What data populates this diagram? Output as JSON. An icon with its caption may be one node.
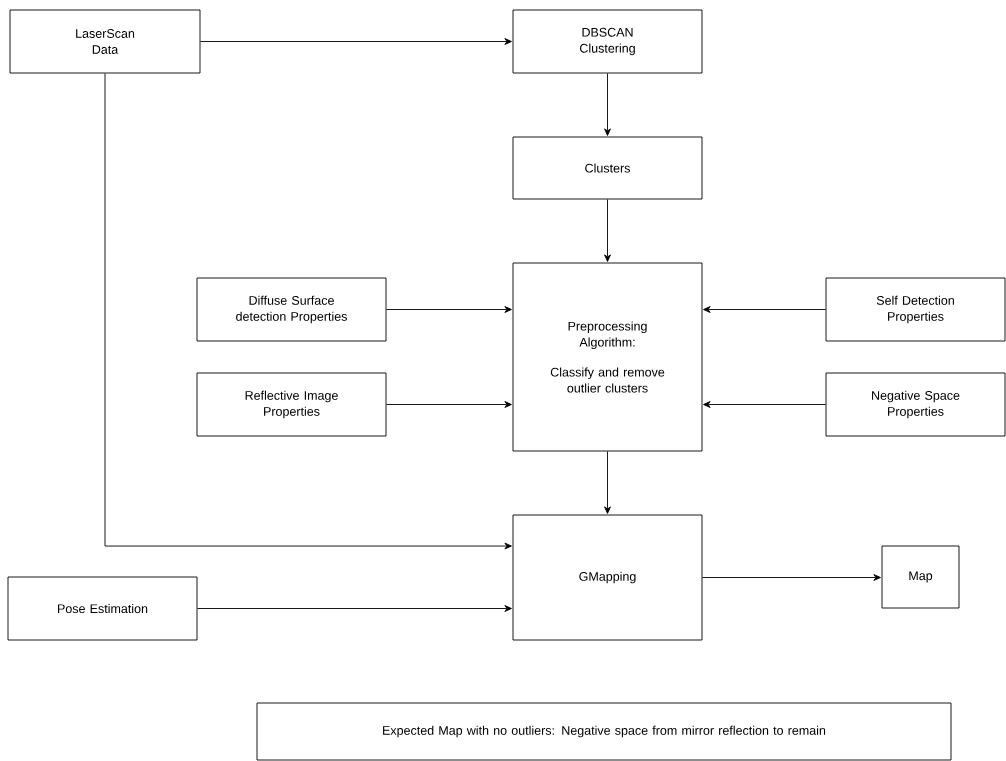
{
  "diagram": {
    "nodes": [
      {
        "text": [
          "LaserScan Data"
        ]
      },
      {
        "text": [
          "DBSCAN Clustering"
        ]
      },
      {
        "text": [
          "Clusters"
        ]
      },
      {
        "text": [
          "Preprocessing Algorithm:",
          "Classify and remove outlier clusters"
        ]
      },
      {
        "text": [
          "Diffuse Surface detection Properties"
        ]
      },
      {
        "text": [
          "Reflective Image Properties"
        ]
      },
      {
        "text": [
          "Self Detection Properties"
        ]
      },
      {
        "text": [
          "Negative Space Properties"
        ]
      },
      {
        "text": [
          "GMapping"
        ]
      },
      {
        "text": [
          "Pose Estimation"
        ]
      },
      {
        "text": [
          "Map"
        ]
      },
      {
        "text": [
          "Expected Map with no outliers: Negative space from mirror reflection to remain"
        ]
      }
    ],
    "edges": [
      {
        "from": 0,
        "to": 1,
        "arrow": "to"
      },
      {
        "from": 1,
        "to": 2,
        "arrow": "to"
      },
      {
        "from": 2,
        "to": 3,
        "arrow": "to"
      },
      {
        "from": 4,
        "to": 3,
        "arrow": "to"
      },
      {
        "from": 5,
        "to": 3,
        "arrow": "to"
      },
      {
        "from": 6,
        "to": 3,
        "arrow": "to"
      },
      {
        "from": 7,
        "to": 3,
        "arrow": "to"
      },
      {
        "from": 3,
        "to": 8,
        "arrow": "to"
      },
      {
        "from": 0,
        "to": 8,
        "arrow": "to"
      },
      {
        "from": 9,
        "to": 8,
        "arrow": "to"
      },
      {
        "from": 8,
        "to": 10,
        "arrow": "to"
      }
    ]
  }
}
